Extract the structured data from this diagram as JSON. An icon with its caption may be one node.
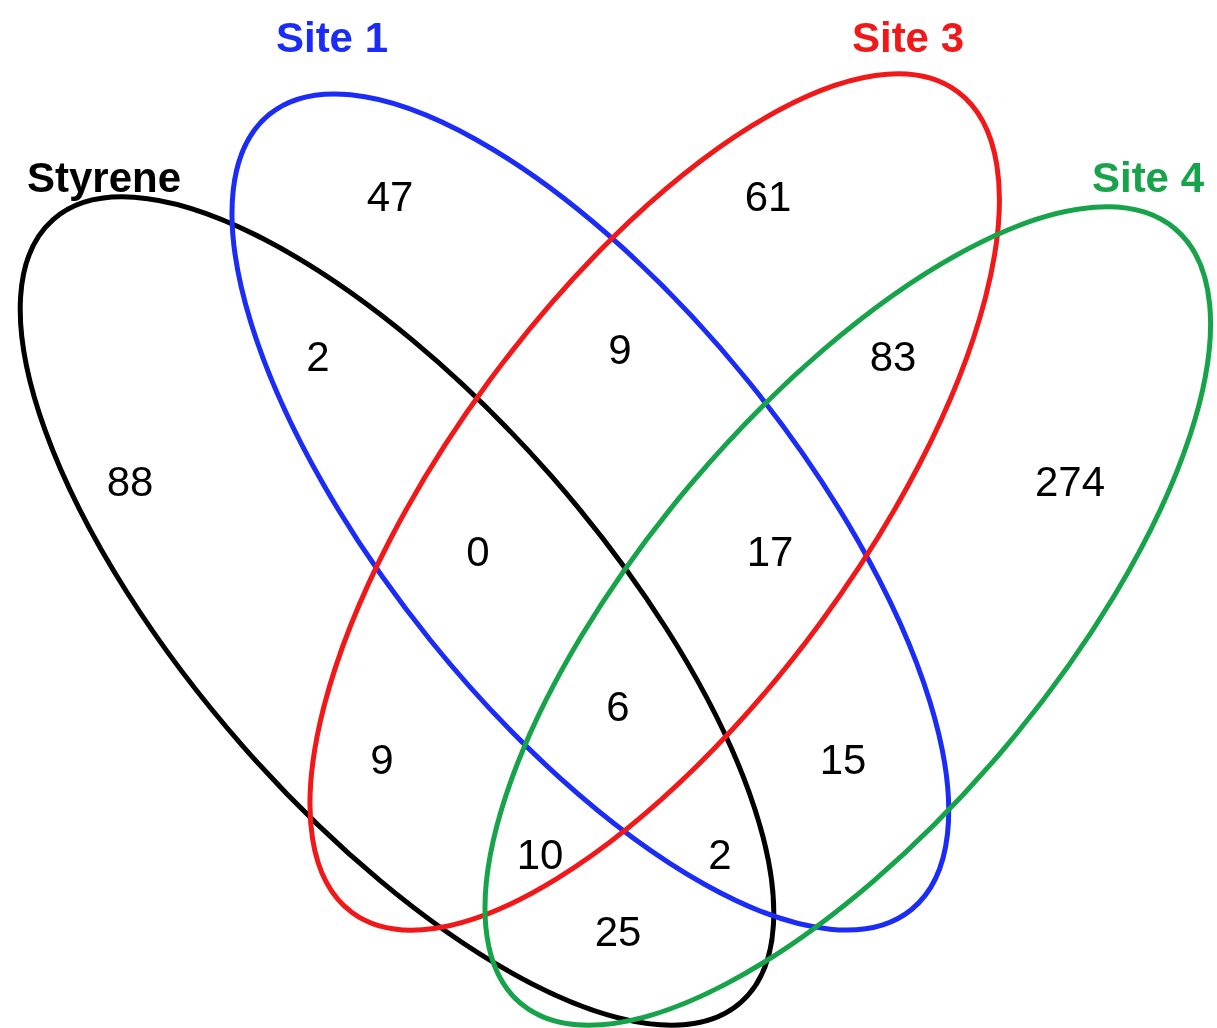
{
  "diagram": {
    "nodes": [
      {
        "text": [
          "Styrene"
        ]
      },
      {
        "text": [
          "Site 1"
        ]
      },
      {
        "text": [
          "Site 3"
        ]
      },
      {
        "text": [
          "Site 4"
        ]
      }
    ],
    "labels": [
      "47",
      "61",
      "2",
      "9",
      "83",
      "88",
      "274",
      "0",
      "17",
      "6",
      "9",
      "15",
      "10",
      "2",
      "25"
    ]
  }
}
